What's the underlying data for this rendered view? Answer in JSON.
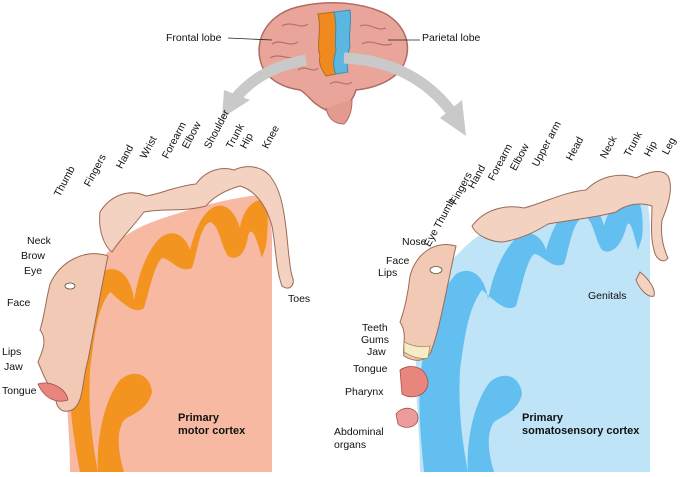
{
  "brain": {
    "frontal_label": "Frontal lobe",
    "parietal_label": "Parietal lobe",
    "motor_strip_color": "#f08a1e",
    "sensory_strip_color": "#5bb7e0"
  },
  "motor": {
    "title_line1": "Primary",
    "title_line2": "motor cortex",
    "fill_color": "#f7b9a2",
    "ribbon_color": "#f39421",
    "arc_labels": [
      "Thumb",
      "Fingers",
      "Hand",
      "Wrist",
      "Forearm",
      "Elbow",
      "Shoulder",
      "Trunk",
      "Hip",
      "Knee"
    ],
    "side_labels": [
      "Neck",
      "Brow",
      "Eye",
      "Face",
      "Lips",
      "Jaw",
      "Tongue",
      "Toes"
    ]
  },
  "sensory": {
    "title_line1": "Primary",
    "title_line2": "somatosensory cortex",
    "fill_color": "#bfe4f7",
    "ribbon_color": "#62bff0",
    "arc_labels": [
      "Eye",
      "Thumb",
      "Fingers",
      "Hand",
      "Forearm",
      "Elbow",
      "Upper arm",
      "Head",
      "Neck",
      "Trunk",
      "Hip",
      "Leg"
    ],
    "side_labels": [
      "Nose",
      "Face",
      "Lips",
      "Teeth",
      "Gums",
      "Jaw",
      "Tongue",
      "Pharynx",
      "Abdominal",
      "organs",
      "Genitals"
    ]
  }
}
